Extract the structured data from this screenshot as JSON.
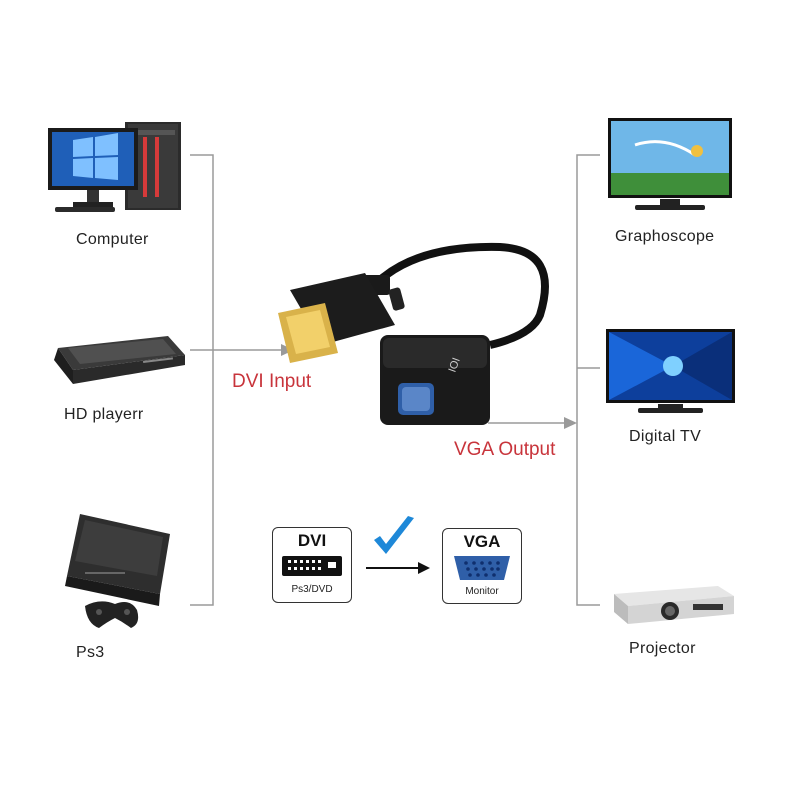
{
  "inputs": {
    "computer": "Computer",
    "hd_player": "HD playerr",
    "ps3": "Ps3"
  },
  "outputs": {
    "graphoscope": "Graphoscope",
    "digital_tv": "Digital  TV",
    "projector": "Projector"
  },
  "flow": {
    "dvi_input": "DVI Input",
    "vga_output": "VGA Output"
  },
  "adapter": {
    "port_label": "IOI"
  },
  "legend": {
    "dvi_title": "DVI",
    "dvi_sub": "Ps3/DVD",
    "vga_title": "VGA",
    "vga_sub": "Monitor"
  },
  "colors": {
    "flow_label": "#c8343b",
    "check": "#1e88d8",
    "vga_port": "#2f5fa8"
  }
}
